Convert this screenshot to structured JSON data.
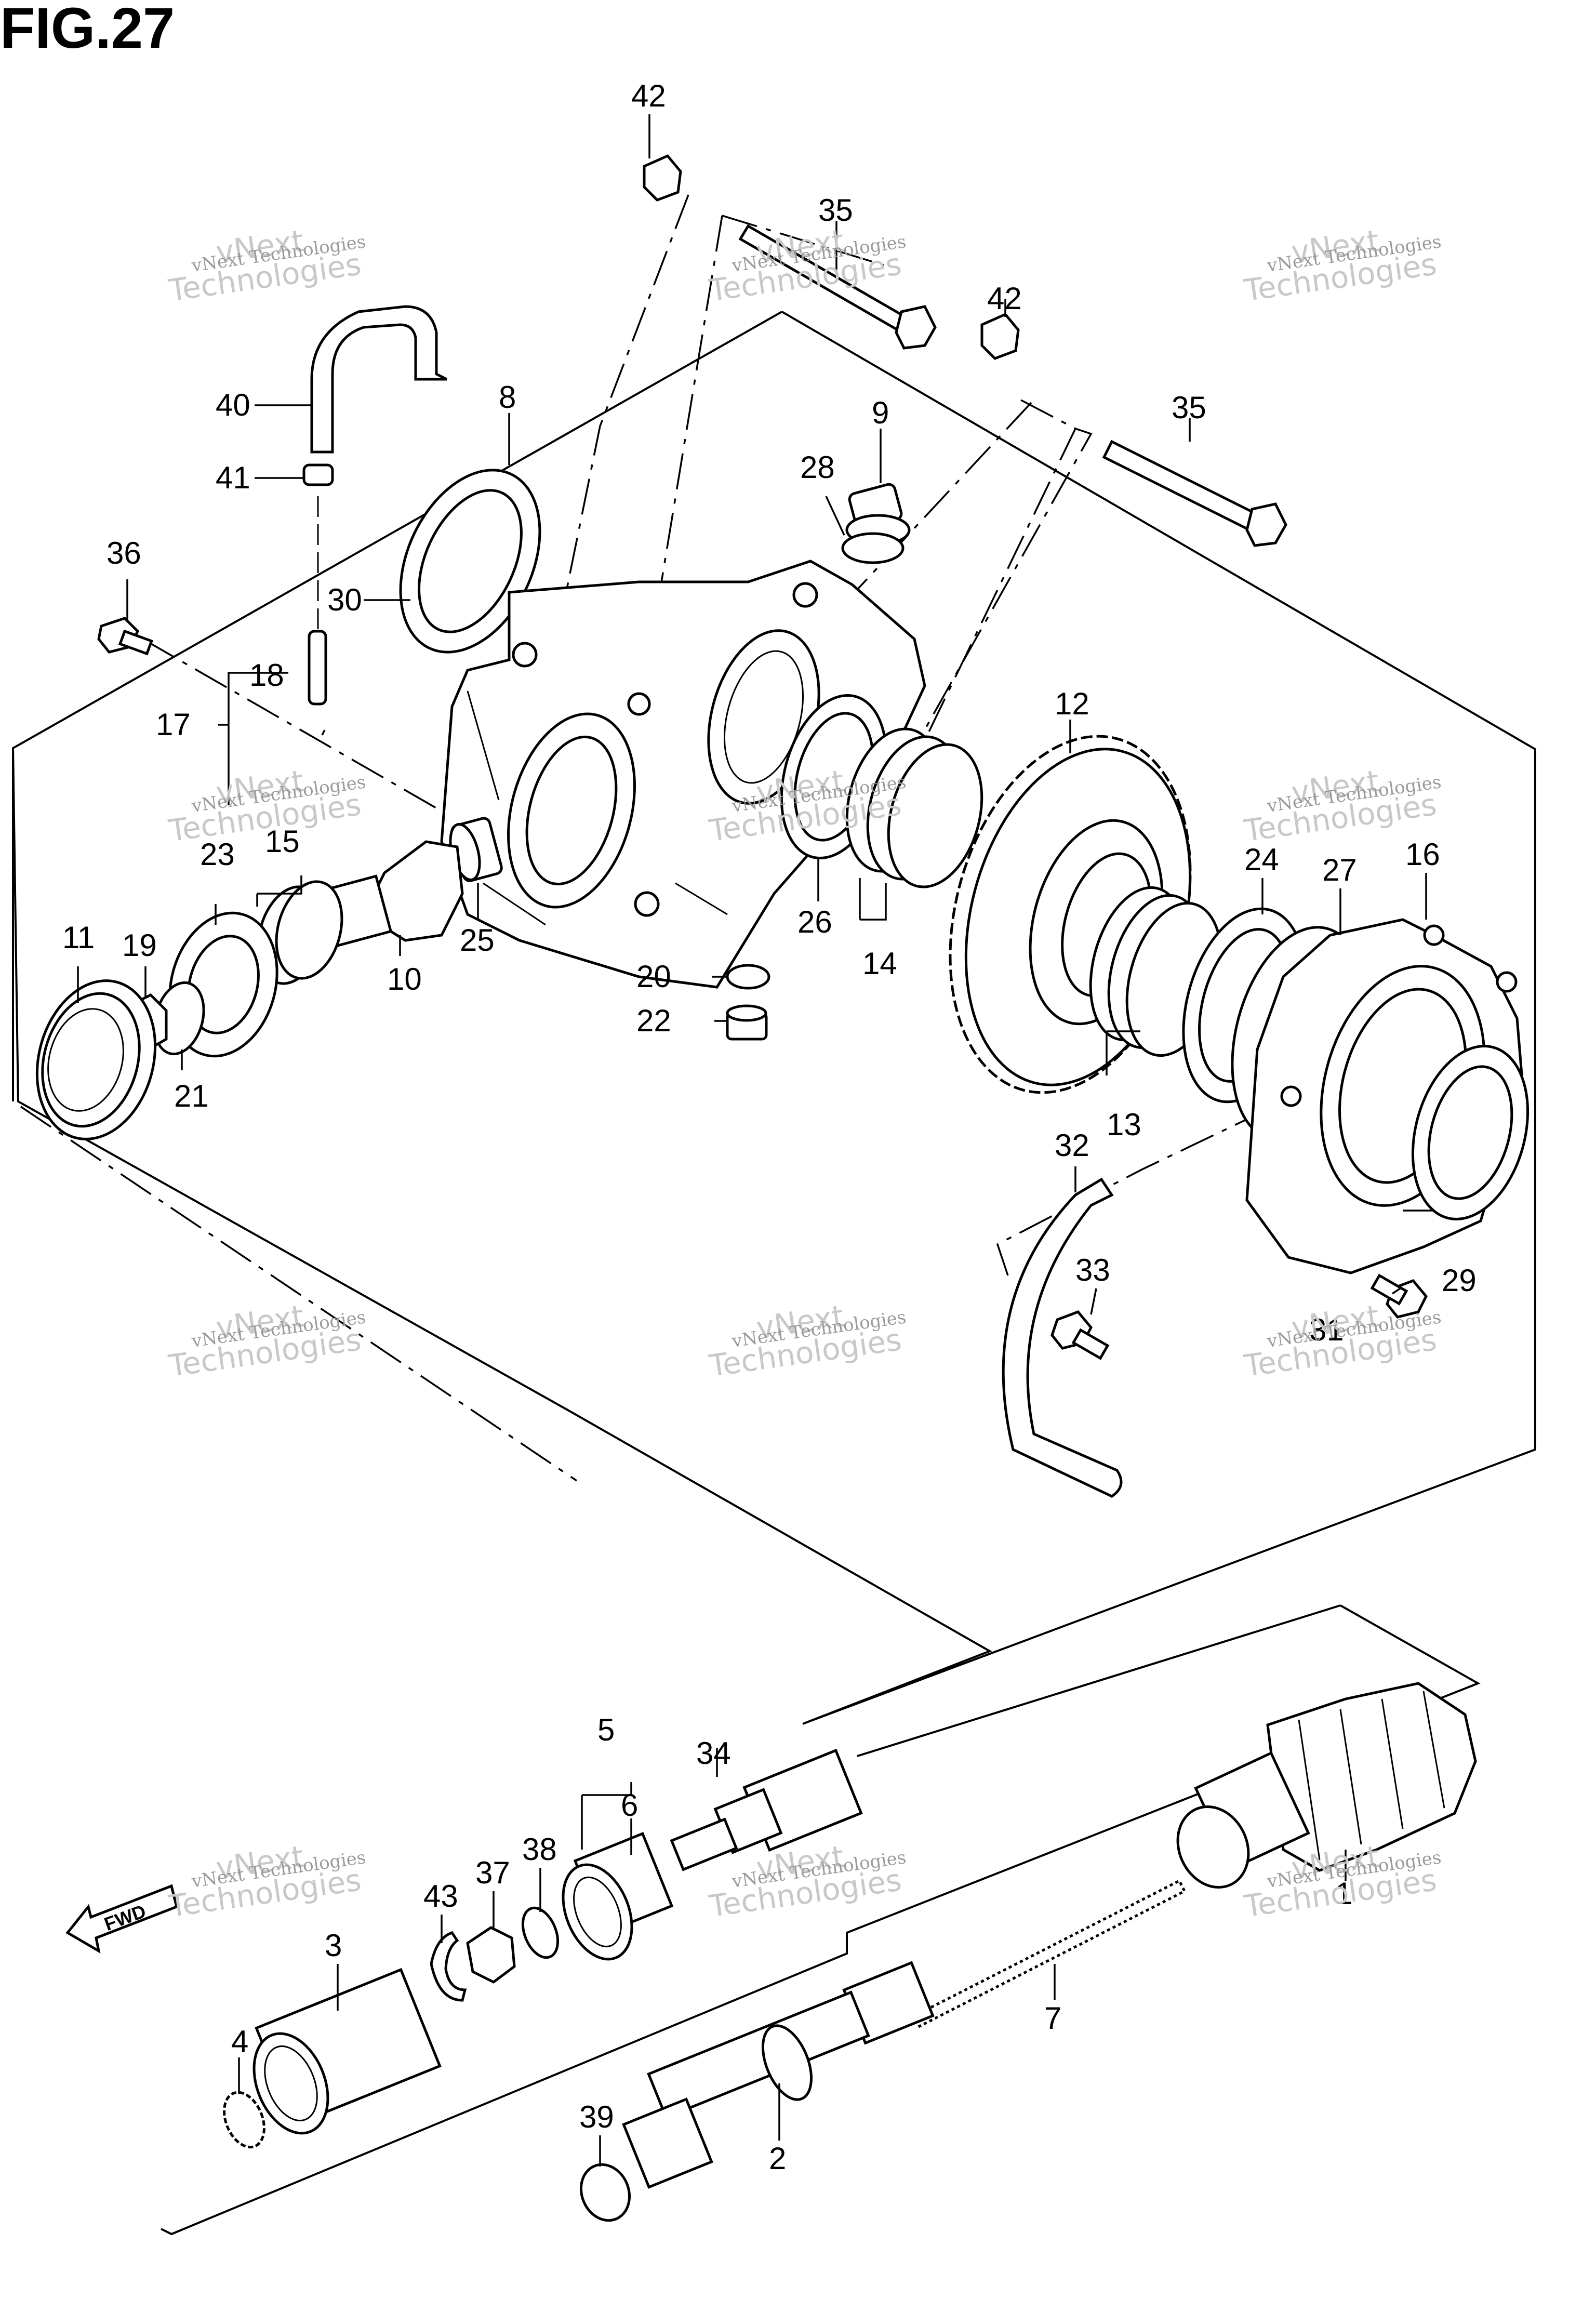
{
  "figure": {
    "title": "FIG.27"
  },
  "watermark": {
    "line1": "vNext",
    "line2": "Technologies",
    "small": "vNext Technologies"
  },
  "fwd_label": "FWD",
  "callouts": [
    "1",
    "2",
    "3",
    "4",
    "5",
    "6",
    "7",
    "8",
    "9",
    "10",
    "11",
    "12",
    "13",
    "14",
    "15",
    "16",
    "17",
    "18",
    "19",
    "20",
    "21",
    "22",
    "23",
    "24",
    "25",
    "26",
    "27",
    "28",
    "29",
    "30",
    "31",
    "32",
    "33",
    "34",
    "35",
    "35",
    "36",
    "37",
    "38",
    "39",
    "40",
    "41",
    "42",
    "42",
    "43"
  ]
}
